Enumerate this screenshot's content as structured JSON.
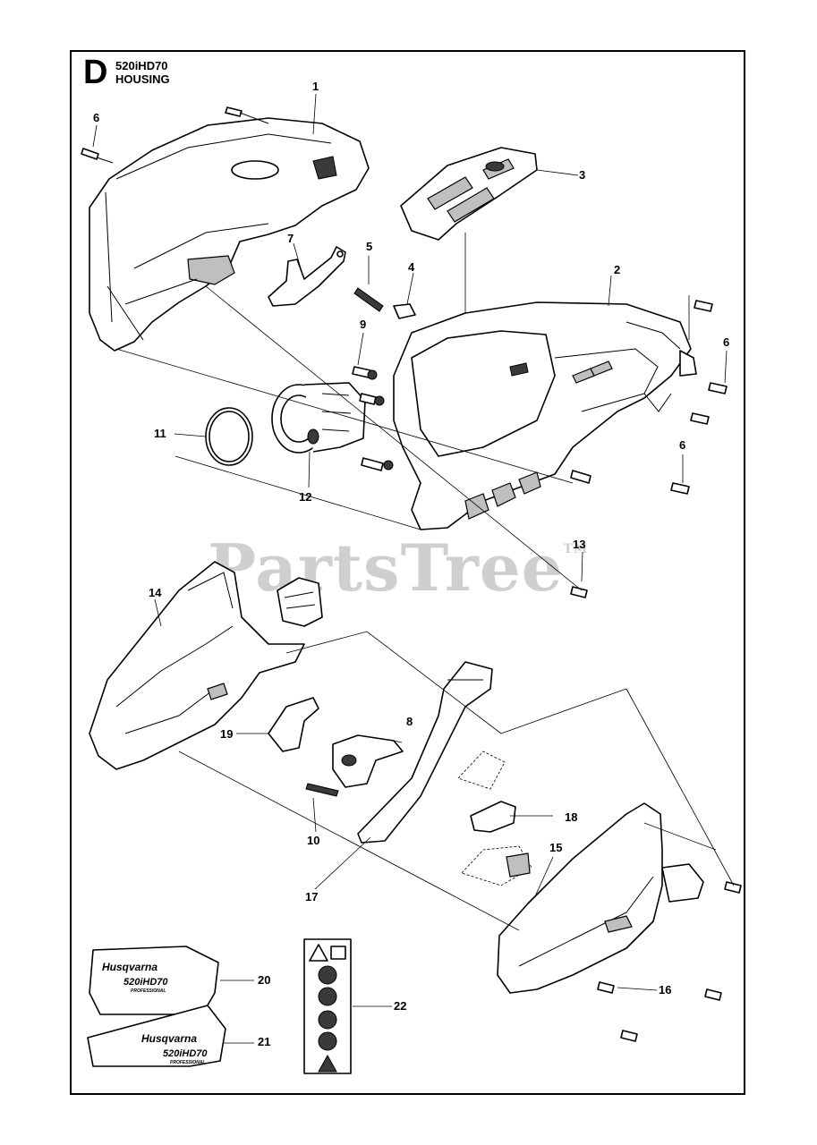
{
  "section": {
    "letter": "D",
    "model": "520iHD70",
    "title": "HOUSING"
  },
  "watermark": {
    "text": "PartsTree",
    "trademark": "TM"
  },
  "callouts": [
    {
      "id": "c1",
      "label": "1"
    },
    {
      "id": "c2",
      "label": "2"
    },
    {
      "id": "c3",
      "label": "3"
    },
    {
      "id": "c4",
      "label": "4"
    },
    {
      "id": "c5",
      "label": "5"
    },
    {
      "id": "c6a",
      "label": "6"
    },
    {
      "id": "c6b",
      "label": "6"
    },
    {
      "id": "c6c",
      "label": "6"
    },
    {
      "id": "c7",
      "label": "7"
    },
    {
      "id": "c8",
      "label": "8"
    },
    {
      "id": "c9",
      "label": "9"
    },
    {
      "id": "c10",
      "label": "10"
    },
    {
      "id": "c11",
      "label": "11"
    },
    {
      "id": "c12",
      "label": "12"
    },
    {
      "id": "c13",
      "label": "13"
    },
    {
      "id": "c14",
      "label": "14"
    },
    {
      "id": "c15",
      "label": "15"
    },
    {
      "id": "c16",
      "label": "16"
    },
    {
      "id": "c17",
      "label": "17"
    },
    {
      "id": "c18",
      "label": "18"
    },
    {
      "id": "c19",
      "label": "19"
    },
    {
      "id": "c20",
      "label": "20"
    },
    {
      "id": "c21",
      "label": "21"
    },
    {
      "id": "c22",
      "label": "22"
    }
  ],
  "decals": {
    "brand": "Husqvarna",
    "model": "520iHD70",
    "sub": "PROFESSIONAL"
  },
  "colors": {
    "line": "#000000",
    "watermark": "#cfcfcf",
    "background": "#ffffff"
  }
}
